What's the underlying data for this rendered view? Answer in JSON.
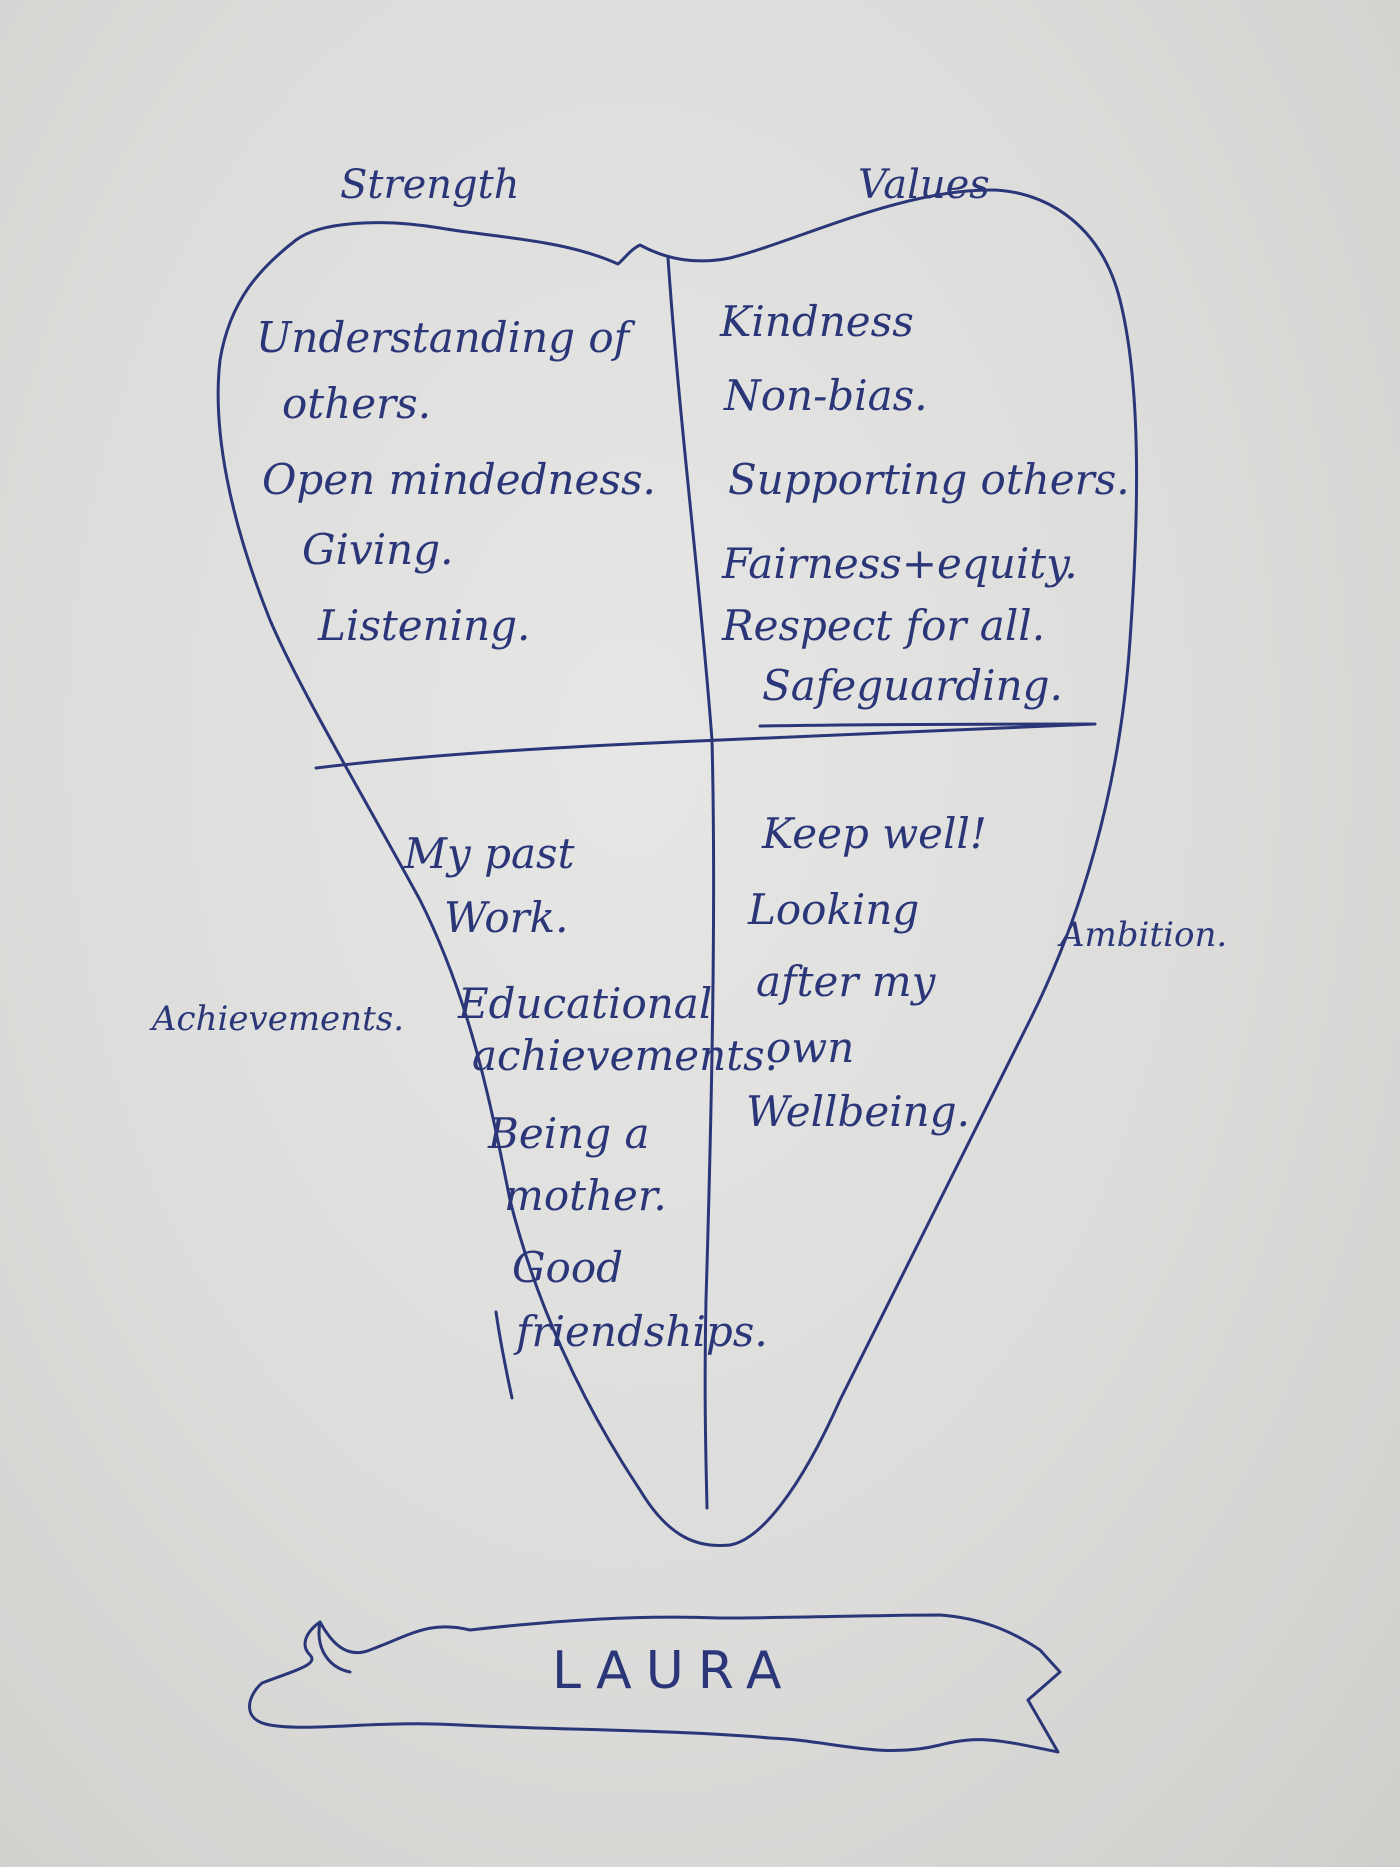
{
  "headings": {
    "strengths": "Strength",
    "values": "Values",
    "achievements": "Achievements.",
    "ambition": "Ambition."
  },
  "strengths_items": [
    "Understanding of",
    "others.",
    "Open mindedness.",
    "Giving.",
    "Listening."
  ],
  "values_items": [
    "Kindness",
    "Non-bias.",
    "Supporting others.",
    "Fairness+equity.",
    "Respect for all.",
    "Safeguarding."
  ],
  "achievements_items": [
    "My past",
    "Work.",
    "Educational",
    "achievements.",
    "Being a",
    "mother.",
    "Good",
    "friendships."
  ],
  "ambition_items": [
    "Keep well!",
    "Looking",
    "after my",
    "own",
    "Wellbeing."
  ],
  "banner": {
    "name": "LAURA"
  },
  "colors": {
    "ink": "#2b3679",
    "paper": "#e2e2e0"
  }
}
